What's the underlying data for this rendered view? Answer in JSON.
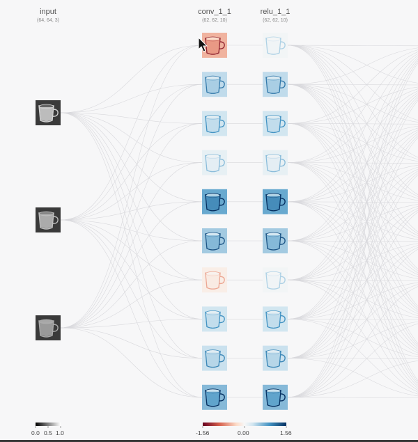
{
  "layers": [
    {
      "id": "input",
      "title": "input",
      "shape": "(64, 64, 3)",
      "units": 3,
      "kind": "gray"
    },
    {
      "id": "conv",
      "title": "conv_1_1",
      "shape": "(62, 62, 10)",
      "units": 10,
      "kind": "diverging"
    },
    {
      "id": "relu",
      "title": "relu_1_1",
      "shape": "(62, 62, 10)",
      "units": 10,
      "kind": "diverging"
    }
  ],
  "activations": {
    "input": [
      0.7,
      0.55,
      0.4
    ],
    "conv": [
      -0.6,
      0.45,
      0.35,
      0.15,
      0.9,
      0.6,
      -0.12,
      0.35,
      0.4,
      0.75
    ],
    "relu": [
      0.05,
      0.45,
      0.35,
      0.15,
      0.9,
      0.6,
      0.05,
      0.35,
      0.4,
      0.75
    ]
  },
  "legends": {
    "input": {
      "ticks": [
        "0.0",
        "0.5",
        "1.0"
      ]
    },
    "diverging": {
      "ticks": [
        "-1.56",
        "0.00",
        "1.56"
      ]
    }
  },
  "colors": {
    "background": "#f7f7f8",
    "edge": "#d8d8dc",
    "negative": "#67001f",
    "neutral": "#f7f7f7",
    "positive": "#053061"
  },
  "cursor": "pointer-cursor-icon"
}
